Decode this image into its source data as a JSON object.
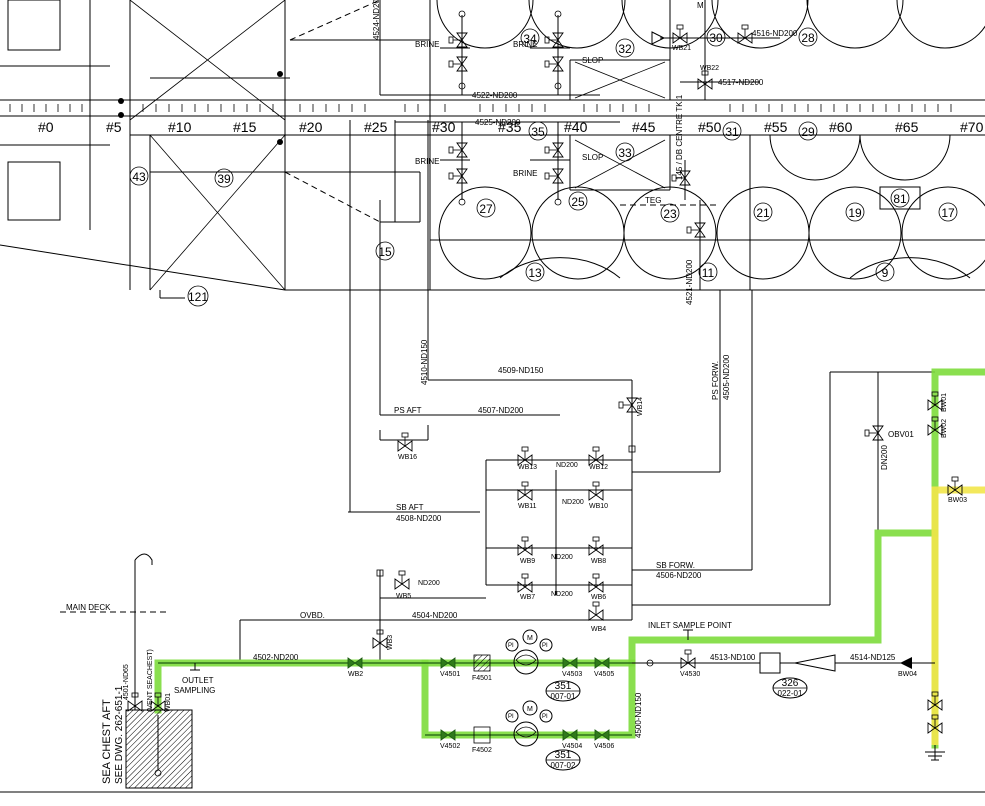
{
  "frames": [
    "#0",
    "#5",
    "#10",
    "#15",
    "#20",
    "#25",
    "#30",
    "#35",
    "#40",
    "#45",
    "#50",
    "#55",
    "#60",
    "#65",
    "#70"
  ],
  "tanks": [
    {
      "label": "34"
    },
    {
      "label": "32"
    },
    {
      "label": "30"
    },
    {
      "label": "28"
    },
    {
      "label": "35"
    },
    {
      "label": "33"
    },
    {
      "label": "31"
    },
    {
      "label": "29"
    },
    {
      "label": "27"
    },
    {
      "label": "25"
    },
    {
      "label": "23"
    },
    {
      "label": "21"
    },
    {
      "label": "19"
    },
    {
      "label": "17"
    },
    {
      "label": "43"
    },
    {
      "label": "39"
    },
    {
      "label": "15"
    },
    {
      "label": "13"
    },
    {
      "label": "11"
    },
    {
      "label": "9"
    },
    {
      "label": "121"
    },
    {
      "label": "81"
    }
  ],
  "pipe_labels": {
    "l4510": "4510-ND150",
    "l4509": "4509-ND150",
    "l4507": "4507-ND200",
    "l4508": "4508-ND200",
    "l4506": "4506-ND200",
    "l4505": "4505-ND200",
    "l4504": "4504-ND200",
    "l4502": "4502-ND200",
    "l4500": "4500-ND150",
    "l4513": "4513-ND100",
    "l4514": "4514-ND125",
    "l4521": "4521-ND200",
    "l4522": "4522-ND200",
    "l4525": "4525-ND200",
    "l4517": "4517-ND200",
    "l4516": "4516-ND200",
    "l4524": "4524-ND200",
    "l4501": "4501-ND65",
    "nd200": "ND200",
    "dn200": "DN200",
    "nd200a": "ND200"
  },
  "annotations": {
    "brine1": "BRINE",
    "brine2": "BRINE",
    "brine3": "BRINE",
    "brine4": "BRINE",
    "slop1": "SLOP",
    "slop2": "SLOP",
    "teg": "TEG",
    "ps_aft": "PS AFT",
    "sb_aft": "SB AFT",
    "ps_forw": "PS FORW.",
    "sb_forw": "SB FORW.",
    "ovbd": "OVBD.",
    "main_deck": "MAIN DECK",
    "outlet1": "OUTLET",
    "outlet2": "SAMPLING",
    "inlet_sample": "INLET SAMPLE POINT",
    "obv01": "OBV01",
    "sea_chest1": "SEA CHEST AFT",
    "sea_chest2": "SEE DWG. 262-651-1",
    "vent_seachest": "(VENT SEACHEST)",
    "centre_tk": "145 / DB CENTRE TK 1",
    "m_top": "M"
  },
  "valves": {
    "wb16": "WB16",
    "wb13": "WB13",
    "wb12": "WB12",
    "wb11": "WB11",
    "wb10": "WB10",
    "wb9": "WB9",
    "wb8": "WB8",
    "wb7": "WB7",
    "wb6": "WB6",
    "wb5": "WB5",
    "wb4": "WB4",
    "wb3": "WB3",
    "wb2": "WB2",
    "wb14": "WB14",
    "wb22": "WB22",
    "wb21": "WB21",
    "wb01": "WB01",
    "v4501": "V4501",
    "v4502": "V4502",
    "v4503": "V4503",
    "v4504": "V4504",
    "v4505": "V4505",
    "v4506": "V4506",
    "v4530": "V4530",
    "f4501": "F4501",
    "f4502": "F4502",
    "bw01": "BW01",
    "bw02": "BW02",
    "bw03": "BW03",
    "bw04": "BW04"
  },
  "equipment": {
    "pump1_no": "351",
    "pump1_ref": "007-01",
    "pump2_no": "351",
    "pump2_ref": "007-02",
    "filter_no": "326",
    "filter_ref": "022-01",
    "pi": "PI",
    "m": "M"
  },
  "colors": {
    "highlight_green": "#7ddc3c",
    "highlight_yellow": "#f2e64a",
    "line": "#000000"
  }
}
